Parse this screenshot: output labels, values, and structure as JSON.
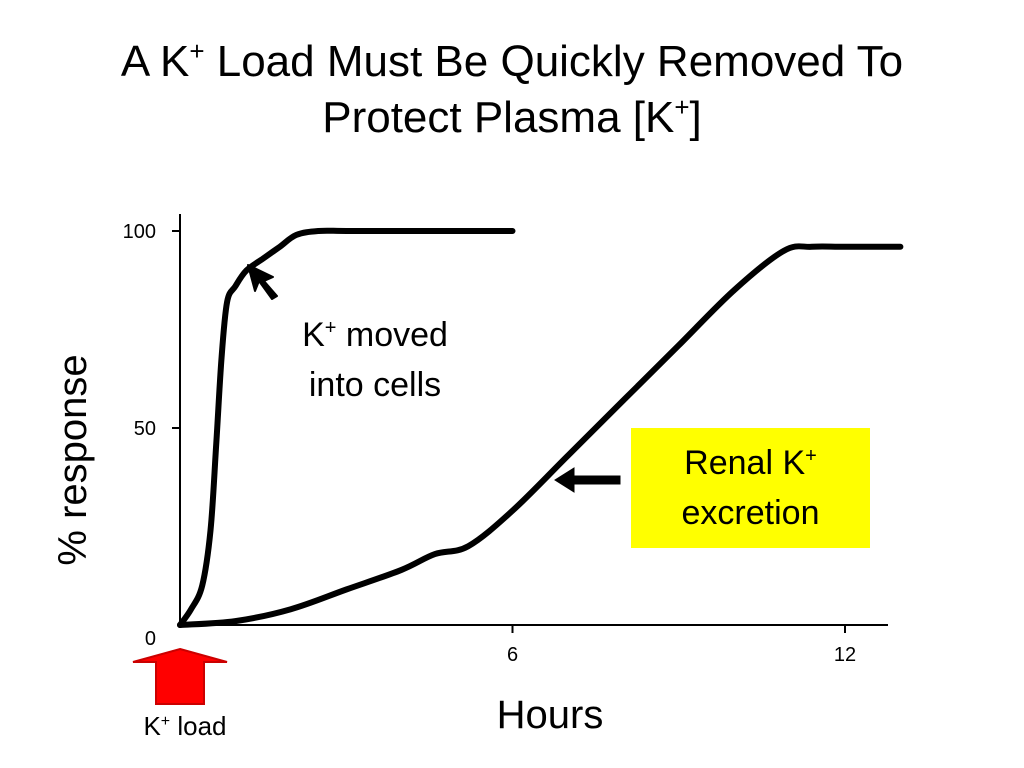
{
  "title": {
    "line1_pre": "A K",
    "line1_sup": "+",
    "line1_post": " Load Must Be Quickly Removed To",
    "line2_pre": "Protect Plasma [K",
    "line2_sup": "+",
    "line2_post": "]"
  },
  "annotations": {
    "cells": {
      "pre": "K",
      "sup": "+",
      "post": " moved",
      "line2": "into cells"
    },
    "renal": {
      "pre": "Renal K",
      "sup": "+",
      "line2": "excretion"
    },
    "load": {
      "pre": "K",
      "sup": "+",
      "post": " load"
    }
  },
  "colors": {
    "renal_box": "#ffff00",
    "load_arrow_fill": "#ff0000",
    "load_arrow_stroke": "#cc0000",
    "lines": "#000000"
  },
  "chart_data": {
    "type": "line",
    "xlabel": "Hours",
    "ylabel": "% response",
    "x_ticks": [
      {
        "value": 6,
        "label": "6"
      },
      {
        "value": 12,
        "label": "12"
      }
    ],
    "y_ticks": [
      {
        "value": 0,
        "label": "0"
      },
      {
        "value": 50,
        "label": "50"
      },
      {
        "value": 100,
        "label": "100"
      }
    ],
    "xlim": [
      0,
      13
    ],
    "ylim": [
      0,
      104
    ],
    "grid": false,
    "series": [
      {
        "x": [
          0,
          0.2,
          0.4,
          0.55,
          0.65,
          0.75,
          0.85,
          1.0,
          1.2,
          1.5,
          1.8,
          2.1,
          2.5,
          3.0,
          4.0,
          5.0,
          6.0
        ],
        "y": [
          0,
          4,
          10,
          24,
          45,
          68,
          82,
          86,
          90,
          93,
          96,
          99,
          100,
          100,
          100,
          100,
          100
        ]
      },
      {
        "x": [
          0,
          1,
          2,
          3,
          4,
          4.6,
          5.2,
          6,
          7,
          8,
          9,
          10,
          10.9,
          11.4,
          12,
          13
        ],
        "y": [
          0,
          1,
          4,
          9,
          14,
          18,
          20,
          29,
          43,
          57,
          71,
          85,
          95,
          96,
          96,
          96
        ]
      }
    ]
  }
}
